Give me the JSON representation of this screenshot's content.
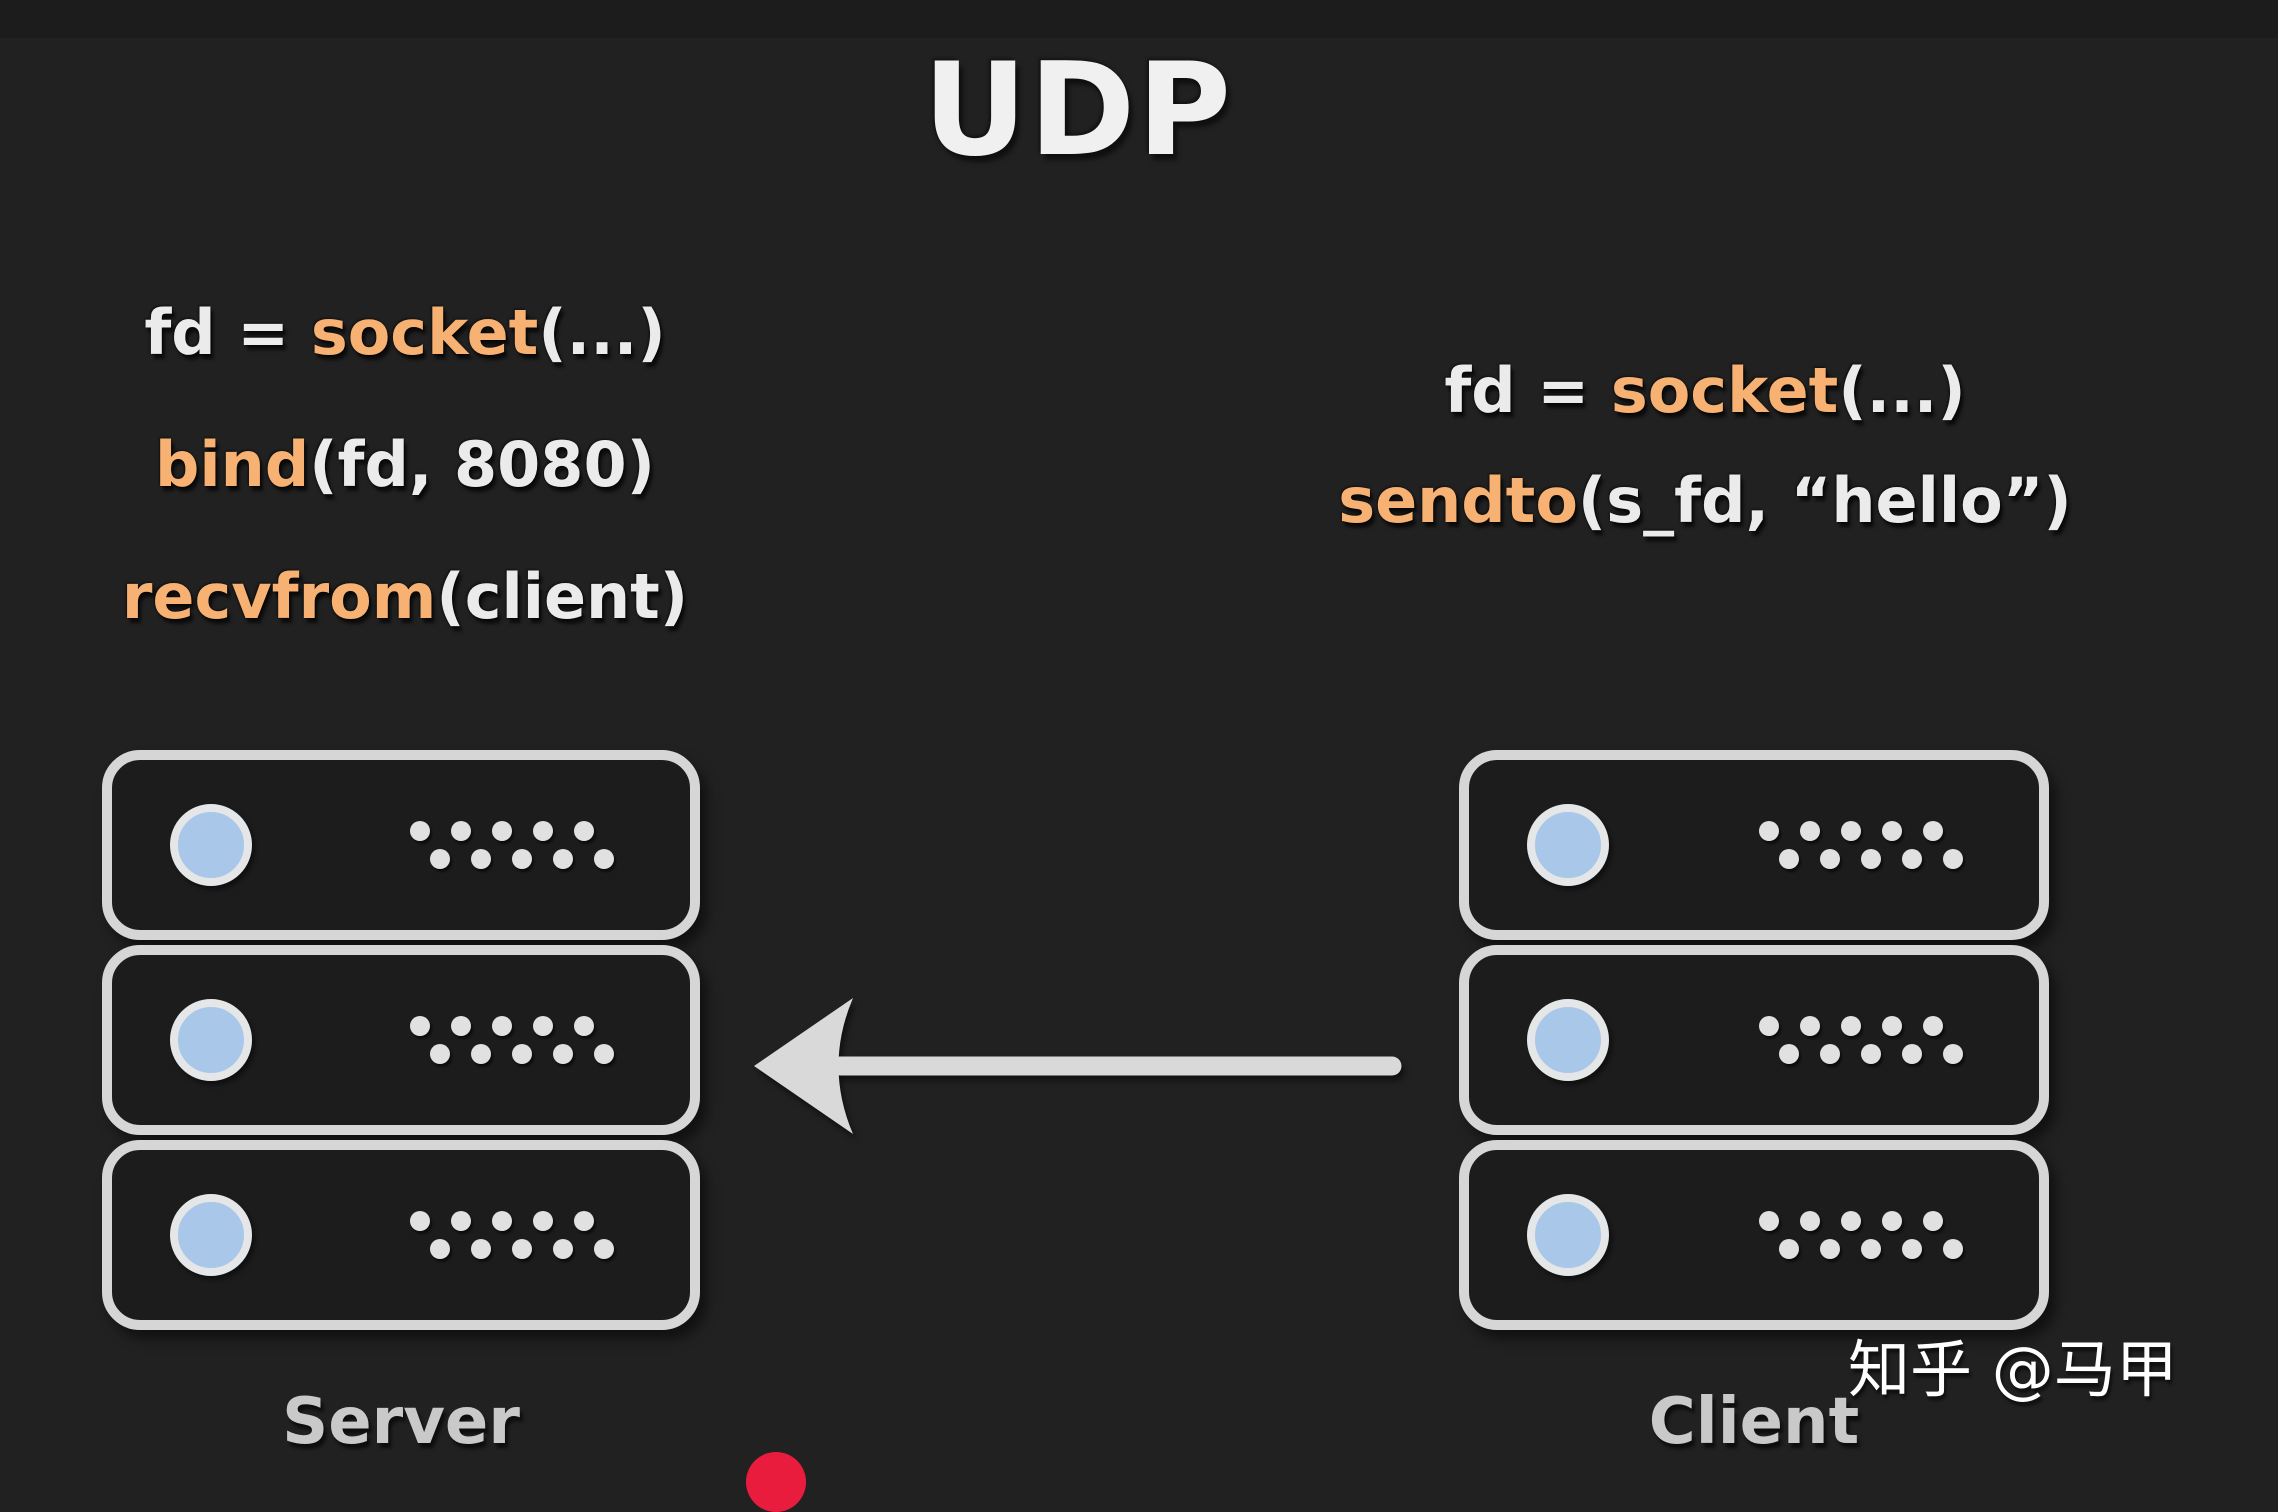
{
  "title": "UDP",
  "colors": {
    "background": "#212122",
    "text_white": "#ebebeb",
    "accent_orange": "#f6b173",
    "rack_border": "#d6d6d6",
    "rack_fill": "#1c1c1d",
    "led_circle_fill": "#a9c7e9",
    "led_circle_ring": "#e4e6e7",
    "vent_dot": "#e1e1e1",
    "arrow": "#d9d9d9",
    "label_gray": "#c9c9c9",
    "red_dot": "#ea1c3e",
    "watermark": "#ffffff"
  },
  "server": {
    "label": "Server",
    "code_lines": [
      {
        "segments": [
          {
            "text": "fd = ",
            "color": "white"
          },
          {
            "text": "socket",
            "color": "orange"
          },
          {
            "text": "(...)",
            "color": "white"
          }
        ]
      },
      {
        "segments": [
          {
            "text": "bind",
            "color": "orange"
          },
          {
            "text": "(fd, 8080)",
            "color": "white"
          }
        ]
      },
      {
        "segments": [
          {
            "text": "recvfrom",
            "color": "orange"
          },
          {
            "text": "(client)",
            "color": "white"
          }
        ]
      }
    ]
  },
  "client": {
    "label": "Client",
    "code_lines": [
      {
        "segments": [
          {
            "text": "fd = ",
            "color": "white"
          },
          {
            "text": "socket",
            "color": "orange"
          },
          {
            "text": "(...)",
            "color": "white"
          }
        ]
      },
      {
        "segments": [
          {
            "text": "sendto",
            "color": "orange"
          },
          {
            "text": "(s_fd, “hello”)",
            "color": "white"
          }
        ]
      }
    ]
  },
  "racks": {
    "units_per_rack": 3,
    "dot_rows": [
      5,
      5
    ]
  },
  "arrow": {
    "direction": "right-to-left",
    "from": "Client",
    "to": "Server"
  },
  "watermark": "知乎 @马甲"
}
